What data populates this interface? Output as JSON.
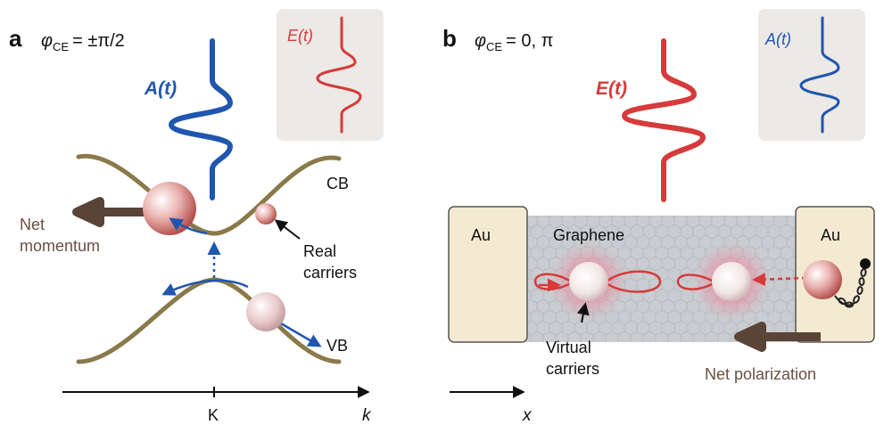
{
  "panel_a": {
    "letter": "a",
    "phase_symbol": "φ",
    "phase_sub": "CE",
    "phase_value": "= ±π/2",
    "field_big": "A(t)",
    "field_inset": "E(t)",
    "cb_label": "CB",
    "vb_label": "VB",
    "net_momentum_line1": "Net",
    "net_momentum_line2": "momentum",
    "real_carriers_line1": "Real",
    "real_carriers_line2": "carriers",
    "axis_tick": "K",
    "axis_label": "k"
  },
  "panel_b": {
    "letter": "b",
    "phase_symbol": "φ",
    "phase_sub": "CE",
    "phase_value": "= 0, π",
    "field_big": "E(t)",
    "field_inset": "A(t)",
    "electrode_left": "Au",
    "electrode_right": "Au",
    "graphene_label": "Graphene",
    "virtual_carriers_line1": "Virtual",
    "virtual_carriers_line2": "carriers",
    "net_polarization": "Net polarization",
    "axis_label": "x"
  },
  "colors": {
    "blue": "#1f56b0",
    "red": "#d63a3a",
    "band": "#8a7a4a",
    "label_brown": "#6b5040",
    "electrode": "#f4ead2",
    "graphene": "#c9ccd0",
    "inset_bg": "#ece9e6"
  }
}
